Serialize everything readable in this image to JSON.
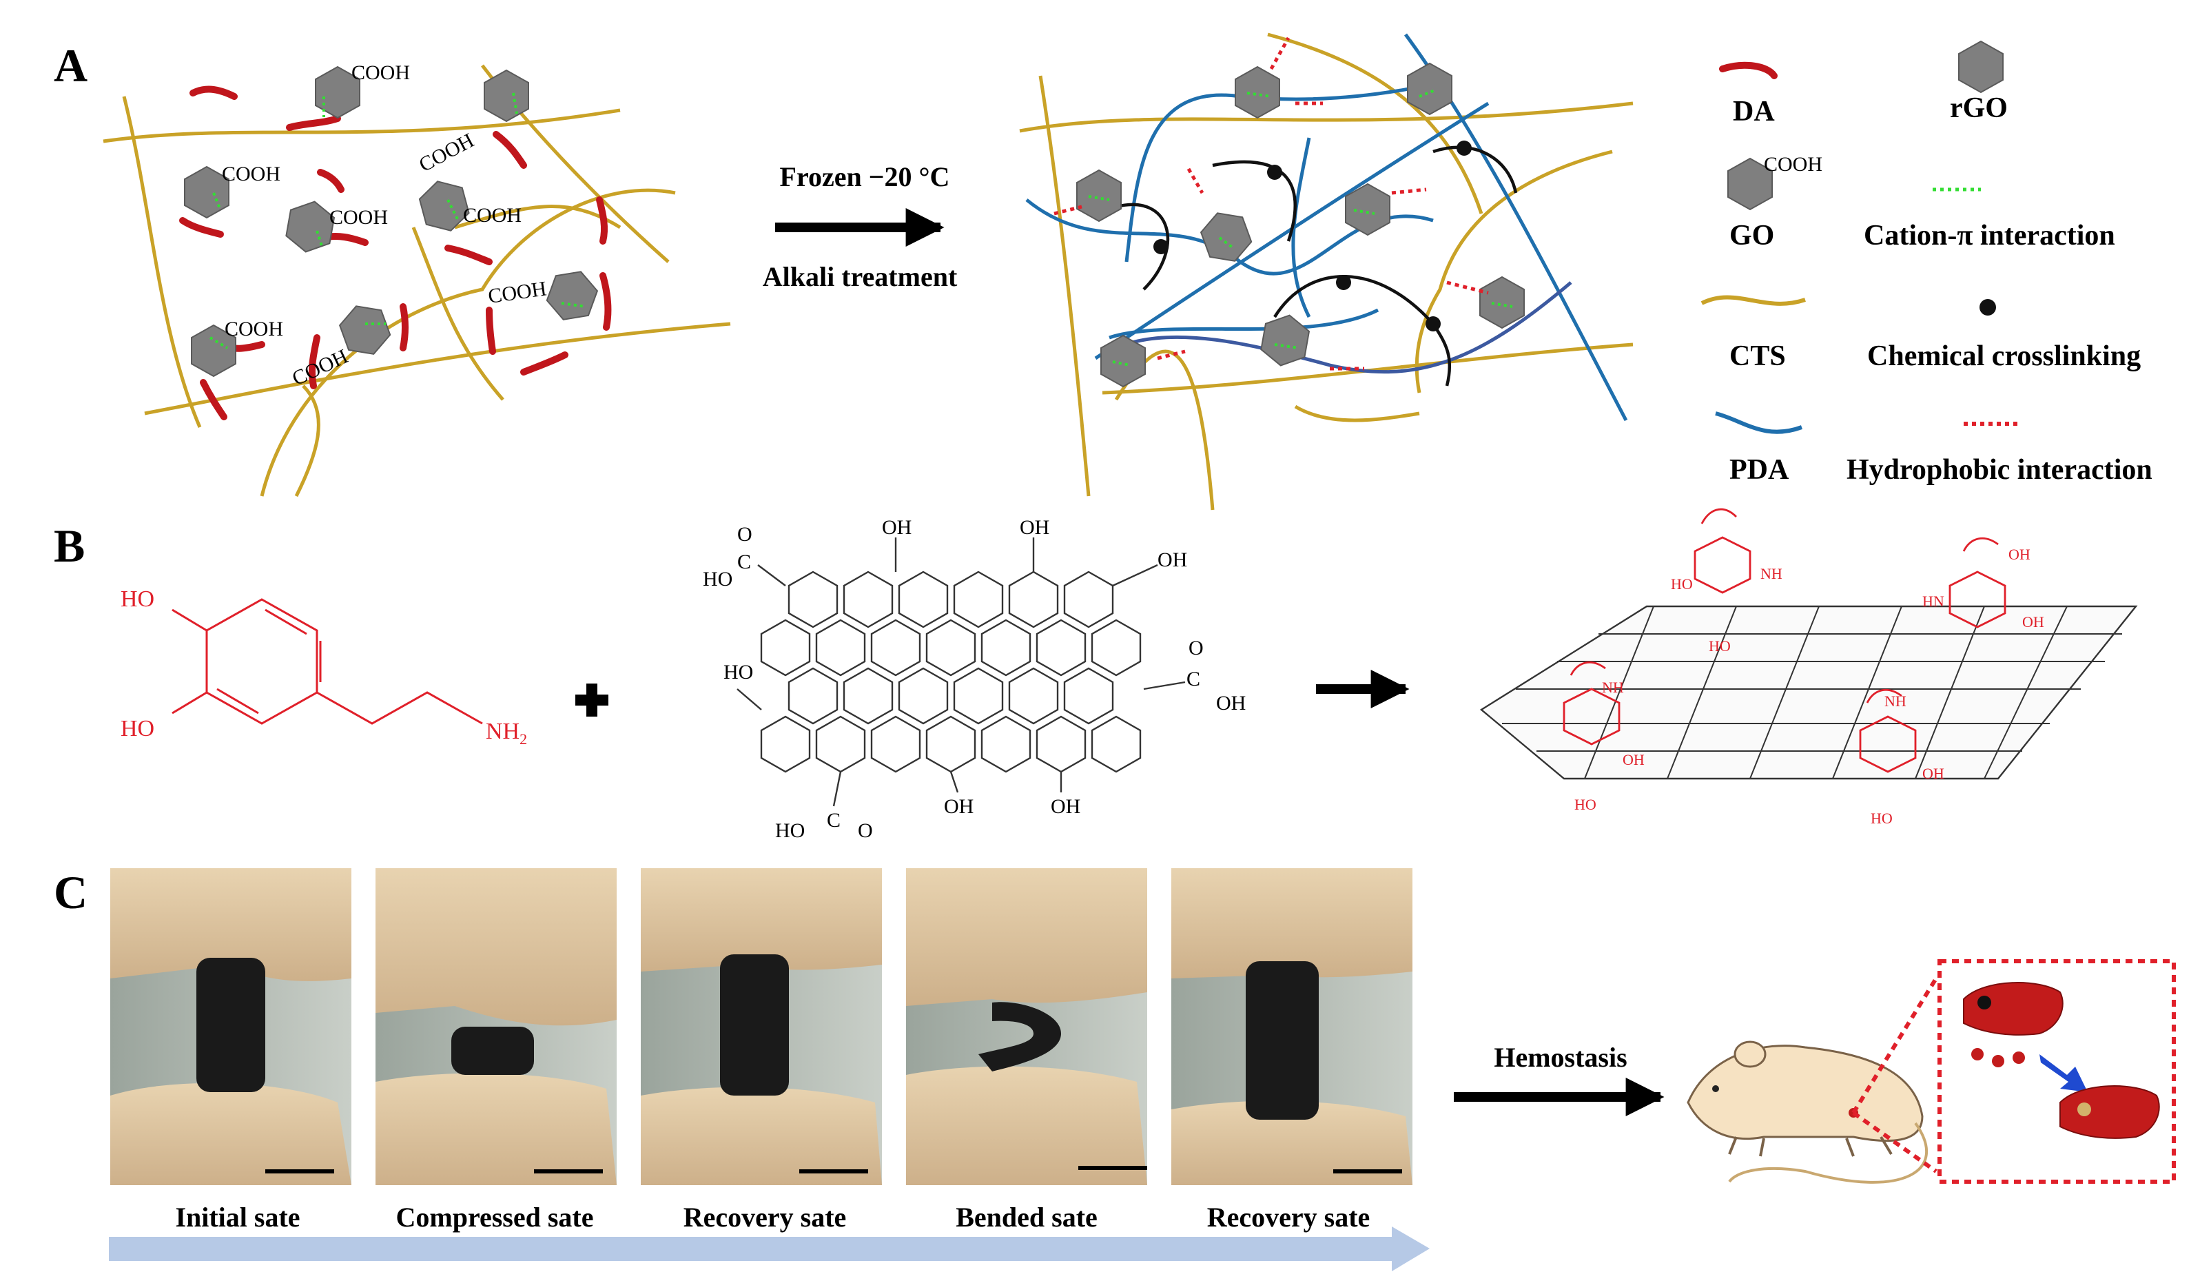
{
  "panels": {
    "a": "A",
    "b": "B",
    "c": "C"
  },
  "panelA": {
    "group_label": "COOH",
    "arrow_top": "Frozen −20 °C",
    "arrow_bottom": "Alkali treatment"
  },
  "legend": {
    "da": "DA",
    "rgo": "rGO",
    "go": "GO",
    "go_group": "COOH",
    "cation_pi": "Cation-π interaction",
    "cts": "CTS",
    "chem_cross": "Chemical crosslinking",
    "pda": "PDA",
    "hydrophobic": "Hydrophobic interaction"
  },
  "panelB": {
    "ho": "HO",
    "oh": "OH",
    "nh2": "NH",
    "nh2_sub": "2",
    "o": "O",
    "c": "C",
    "nh": "NH",
    "hn": "HN"
  },
  "panelC": {
    "states": [
      "Initial sate",
      "Compressed sate",
      "Recovery sate",
      "Bended sate",
      "Recovery sate"
    ],
    "arrow_label": "Hemostasis"
  },
  "colors": {
    "cts": "#c9a227",
    "pda": "#1f6fad",
    "da": "#c0161c",
    "graphene": "#7f7f7f",
    "crosslink": "#111111",
    "cation_pi": "#33dd33",
    "hydrophobic": "#e0202a",
    "progress_arrow": "#b6c9e6",
    "liver": "#c21b1b"
  }
}
